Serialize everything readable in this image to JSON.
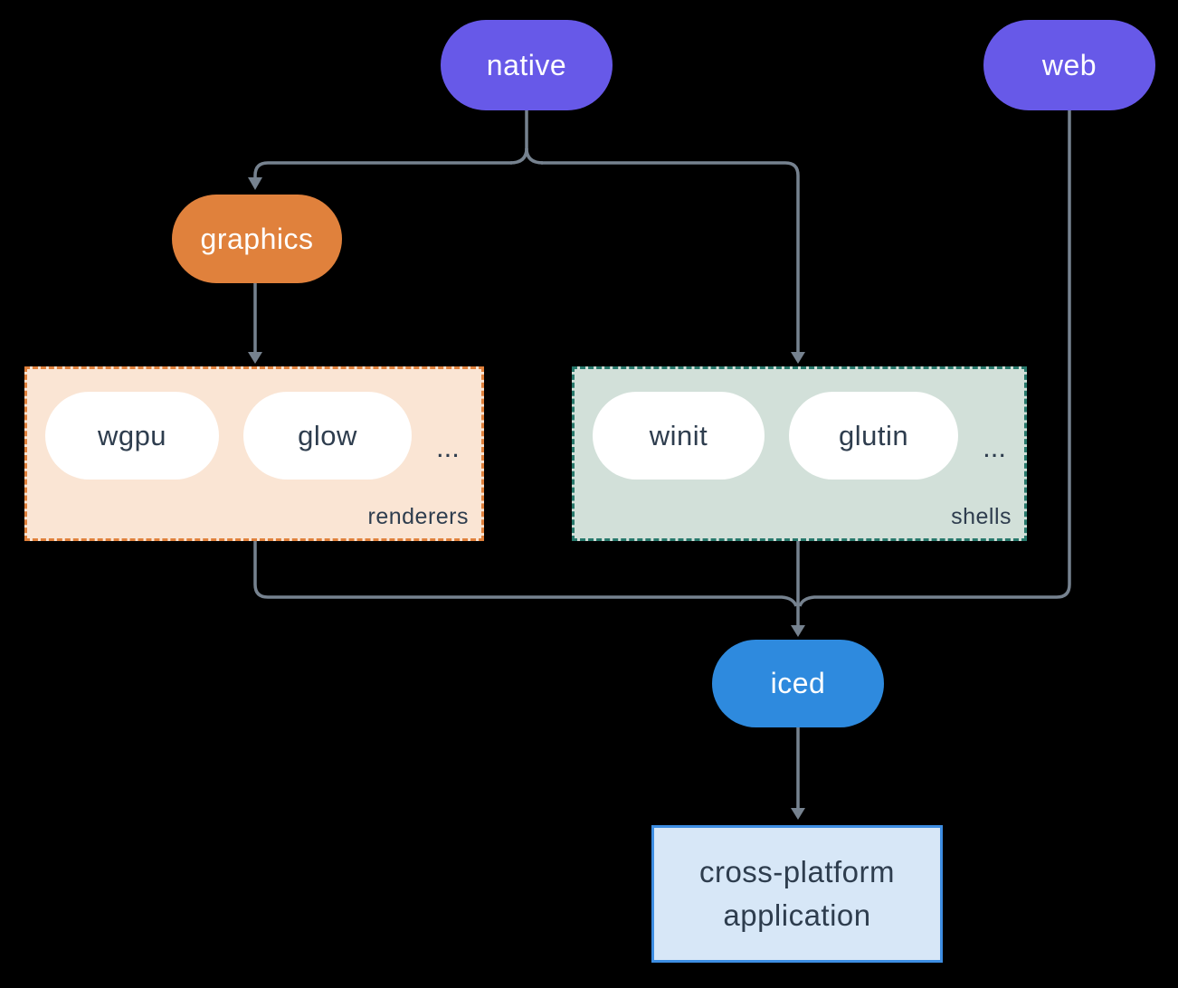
{
  "title": "iced ecosystem dependency diagram",
  "colors": {
    "background": "#000000",
    "platform_fill": "#6759e8",
    "graphics_fill": "#e0813c",
    "iced_fill": "#2e8ade",
    "renderers_bg": "#fae5d4",
    "renderers_border": "#e0813c",
    "shells_bg": "#d2e0d9",
    "shells_border": "#28796c",
    "app_bg": "#d7e7f7",
    "app_border": "#3d8de2",
    "node_text_light": "#ffffff",
    "node_text_dark": "#2e3d4e",
    "edge": "#76828f"
  },
  "nodes": {
    "native": {
      "label": "native"
    },
    "web": {
      "label": "web"
    },
    "graphics": {
      "label": "graphics"
    },
    "iced": {
      "label": "iced"
    },
    "app": {
      "label": "cross-platform application"
    }
  },
  "groups": {
    "renderers": {
      "label": "renderers",
      "items": [
        "wgpu",
        "glow"
      ],
      "ellipsis": "..."
    },
    "shells": {
      "label": "shells",
      "items": [
        "winit",
        "glutin"
      ],
      "ellipsis": "..."
    }
  },
  "edges": [
    {
      "from": "native",
      "to": "graphics"
    },
    {
      "from": "native",
      "to": "shells"
    },
    {
      "from": "graphics",
      "to": "renderers"
    },
    {
      "from": "renderers",
      "to": "iced"
    },
    {
      "from": "shells",
      "to": "iced"
    },
    {
      "from": "web",
      "to": "iced"
    },
    {
      "from": "iced",
      "to": "app"
    }
  ]
}
